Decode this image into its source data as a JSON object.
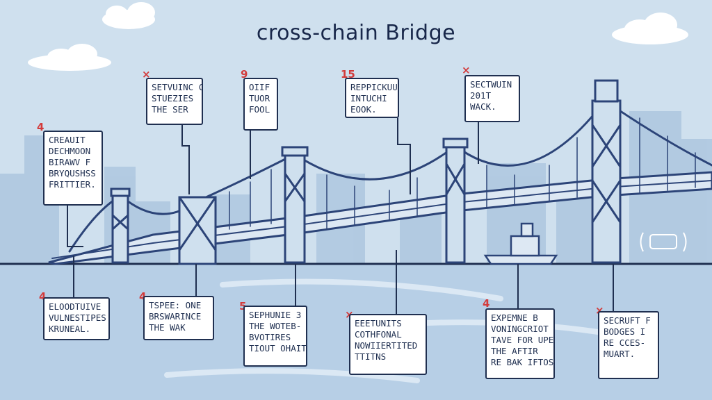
{
  "title": "cross-chain Bridge",
  "colors": {
    "sky": "#cfe0ee",
    "water": "#b7cfe6",
    "ink": "#1f2f50",
    "bridge": "#2c4478",
    "mark": "#d33a3a"
  },
  "notes": [
    {
      "id": "upper-1",
      "mark": "4",
      "text": "CREAUIT\nDECHMOON\nBIRAWV F\nBRYQUSHSS\nFRITTIER."
    },
    {
      "id": "upper-2",
      "mark": "×",
      "text": "SETVUINC C\nSTUEZIES\nTHE SER"
    },
    {
      "id": "upper-3",
      "mark": "9",
      "text": "OIIF\nTUOR\nFOOL"
    },
    {
      "id": "upper-4",
      "mark": "15",
      "text": "REPPICKUU\nINTUCHI\nEOOK."
    },
    {
      "id": "upper-5",
      "mark": "×",
      "text": "SECTWUIN\n201T\nWACK."
    },
    {
      "id": "lower-1",
      "mark": "4",
      "text": "ELOODTUIVE\nVULNESTIPES\nKRUNEAL."
    },
    {
      "id": "lower-2",
      "mark": "4",
      "text": "TSPEE: ONE\nBRSWARINCE\nTHE WAK"
    },
    {
      "id": "lower-3",
      "mark": "5",
      "text": "SEPHUNIE 3\nTHE WOTEB-\nBVOTIRES\nTIOUT OHAIT"
    },
    {
      "id": "lower-4",
      "mark": "×",
      "text": "EEETUNITS\nCOTHFONAL\nNOWIIERTITED\nTTITNS"
    },
    {
      "id": "lower-5",
      "mark": "4",
      "text": "EXPEMNE B\nVONINGCRIOT\nTAVE FOR UPE\nTHE AFTIR\nRE BAK IFTOS"
    },
    {
      "id": "lower-6",
      "mark": "×",
      "text": "SECRUFT F\nBODGES I\nRE CCES-\nMUART."
    }
  ]
}
